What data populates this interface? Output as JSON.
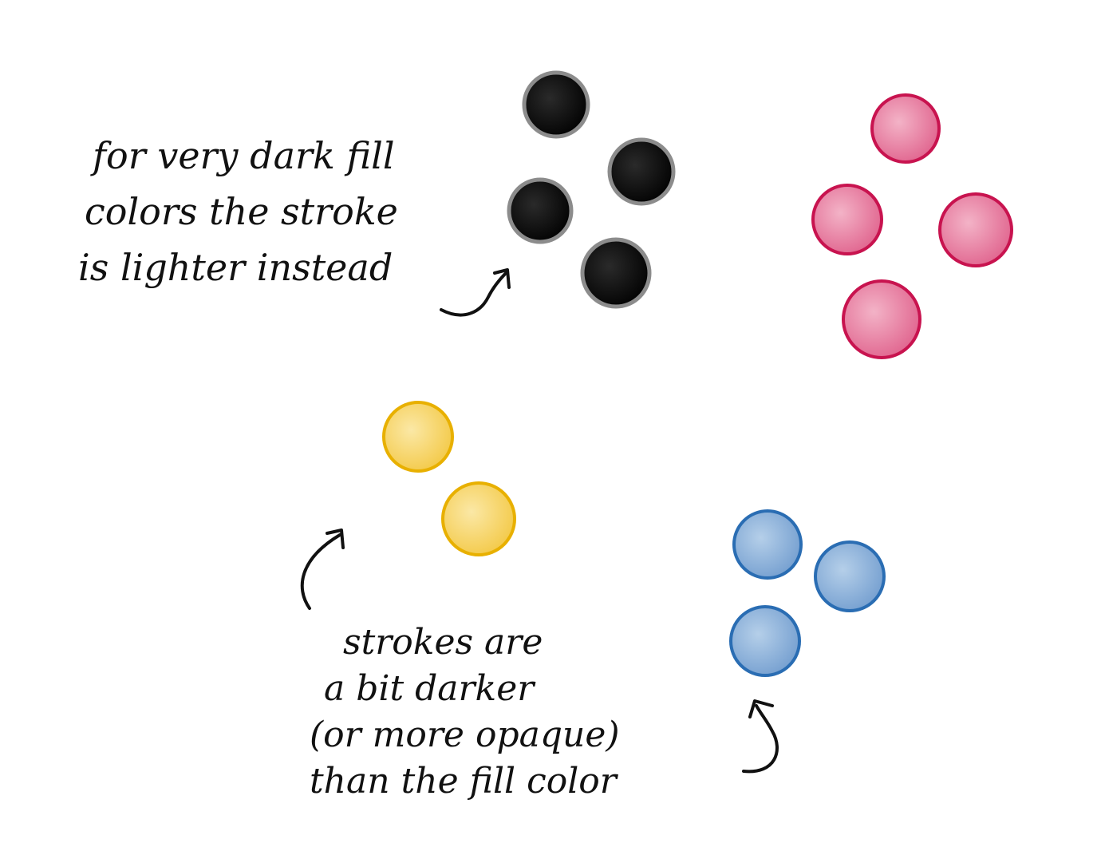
{
  "annotations": {
    "dark_note": {
      "lines": [
        "for very dark fill",
        "colors the stroke",
        "is lighter instead"
      ]
    },
    "stroke_note": {
      "lines": [
        "strokes are",
        "a bit darker",
        "(or more opaque)",
        "than the fill color"
      ]
    }
  },
  "dot_groups": [
    {
      "name": "black",
      "fill": "#111111",
      "stroke": "#8a8a8a",
      "count": 4
    },
    {
      "name": "pink",
      "fill": "#e8799c",
      "stroke": "#c8134f",
      "count": 4
    },
    {
      "name": "yellow",
      "fill": "#f7d35e",
      "stroke": "#e8b000",
      "count": 2
    },
    {
      "name": "blue",
      "fill": "#80a9d6",
      "stroke": "#2a6db3",
      "count": 3
    }
  ]
}
